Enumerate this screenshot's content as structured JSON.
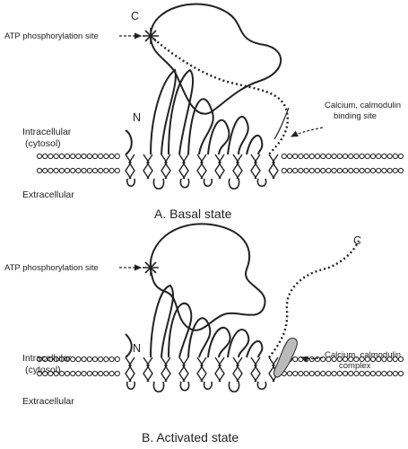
{
  "panels": [
    {
      "caption": "A. Basal state",
      "c_terminus": "C",
      "n_terminus": "N",
      "atp_label": "ATP phosphorylation site",
      "calcium_label_line1": "Calcium, calmodulin",
      "calcium_label_line2": "binding site",
      "intracellular_line1": "Intracellular",
      "intracellular_line2": "(cytosol)",
      "extracellular": "Extracellular"
    },
    {
      "caption": "B. Activated state",
      "c_terminus": "C",
      "n_terminus": "N",
      "atp_label": "ATP phosphorylation site",
      "calcium_label_line1": "Calcium, calmodulin",
      "calcium_label_line2": "complex",
      "intracellular_line1": "Intracellular",
      "intracellular_line2": "(cytosol)",
      "extracellular": "Extracellular"
    }
  ],
  "colors": {
    "line": "#222222",
    "calmodulin_fill": "#bbbbbb",
    "background": "#ffffff"
  }
}
